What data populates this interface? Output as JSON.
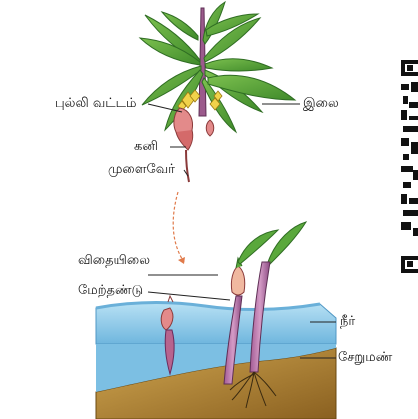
{
  "labels": {
    "calyx": "புல்லி வட்டம்",
    "leaf": "இலை",
    "fruit": "கனி",
    "radicle": "முளைவேர்",
    "cotyledon": "விதையிலை",
    "hypocotyl": "மேற்தண்டு",
    "water": "நீர்",
    "mud": "சேறுமண்"
  },
  "colors": {
    "leaf": "#5aa83c",
    "leaf_dark": "#2f6d23",
    "stem": "#9b5a8c",
    "water": "#9fd2ec",
    "mud": "#b58a3a",
    "fruit": "#e38a8a",
    "flower": "#f1d24a",
    "arrow": "#e07a4a"
  }
}
